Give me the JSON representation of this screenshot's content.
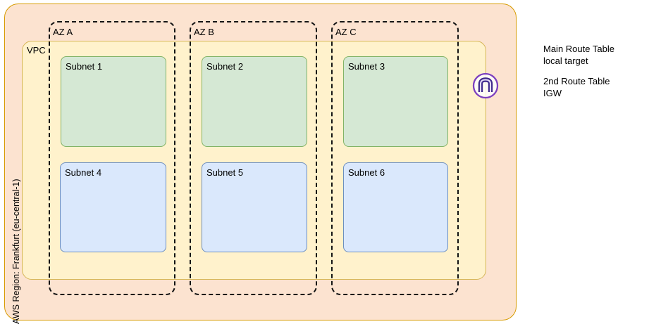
{
  "diagram": {
    "region": {
      "label": "AWS Region: Frankfurt (eu-central-1)"
    },
    "vpc": {
      "label": "VPC"
    },
    "azs": [
      {
        "label": "AZ A"
      },
      {
        "label": "AZ B"
      },
      {
        "label": "AZ C"
      }
    ],
    "subnets": [
      {
        "label": "Subnet 1",
        "color": "green"
      },
      {
        "label": "Subnet 2",
        "color": "green"
      },
      {
        "label": "Subnet 3",
        "color": "green"
      },
      {
        "label": "Subnet 4",
        "color": "blue"
      },
      {
        "label": "Subnet 5",
        "color": "blue"
      },
      {
        "label": "Subnet 6",
        "color": "blue"
      }
    ],
    "icons": {
      "igw": "internet-gateway-icon"
    },
    "notes": {
      "group1": {
        "line1": "Main Route Table",
        "line2": "local target"
      },
      "group2": {
        "line1": "2nd Route Table",
        "line2": "IGW"
      }
    },
    "colors": {
      "region_fill": "#fce3d0",
      "region_stroke": "#d79b00",
      "vpc_fill": "#fff2cc",
      "vpc_stroke": "#d6b656",
      "az_stroke": "#141414",
      "subnet_green_fill": "#d5e8d4",
      "subnet_green_stroke": "#82b366",
      "subnet_blue_fill": "#dae8fc",
      "subnet_blue_stroke": "#6c8ebf",
      "igw_circle_stroke": "#7d40bf",
      "igw_glyph_dark": "#3f2a8c",
      "igw_glyph_light": "#e4daf6"
    }
  }
}
